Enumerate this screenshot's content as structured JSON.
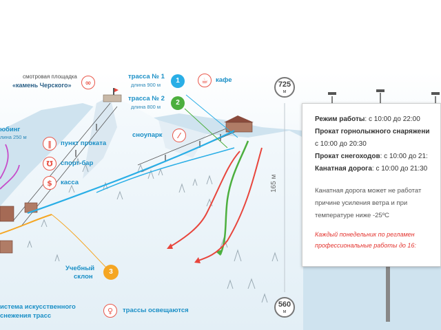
{
  "markers": {
    "top": {
      "value": "725",
      "unit": "м"
    },
    "bottom": {
      "value": "560",
      "unit": "м"
    },
    "height_label": "165 м"
  },
  "legend": {
    "viewpoint_line1": "смотровая площадка",
    "viewpoint_line2": "«камень Черского»",
    "track1_name": "трасса № 1",
    "track1_len": "длина 900 м",
    "track1_num": "1",
    "track2_name": "трасса № 2",
    "track2_len": "длина 800 м",
    "track2_num": "2",
    "cafe": "кафе",
    "snowpark": "сноупарк",
    "tubing": "юбинг",
    "tubing_len": "лина 250 м",
    "rental": "пункт проката",
    "sportbar": "спорт-бар",
    "cashier": "касса",
    "training_line1": "Учебный",
    "training_line2": "склон",
    "training_num": "3",
    "snowmaking_line1": "истема искусственного",
    "snowmaking_line2": "снежения трасс",
    "lit_tracks": "трассы освещаются"
  },
  "schedule": {
    "mode_label": "Режим работы",
    "mode_value": ": с 10:00 до 22:00",
    "ski_label": "Прокат горнолыжного снаряжени",
    "ski_value": "с 10:00 до 20:30",
    "snowshoe_label": "Прокат снегоходов",
    "snowshoe_value": ": с 10:00 до 21:",
    "cable_label": "Канатная дорога",
    "cable_value": ": с 10:00 до 21:30",
    "note_line1": "Канатная дорога может не работат",
    "note_line2": "причине усиления ветра и при",
    "note_line3": "температуре ниже -25ºС",
    "warn_line1": "Каждый понедельник по регламен",
    "warn_line2": "профессиональные работы до 16:"
  },
  "colors": {
    "track1": "#29aee6",
    "track2": "#4caf3e",
    "training": "#f5a623",
    "red_route": "#e8453c",
    "tubing": "#c64bc9",
    "icon_red": "#e9574a",
    "label_blue": "#1a8fc6"
  },
  "icons": {
    "viewpoint": "binoculars-icon",
    "cafe": "coffee-cup-icon",
    "snowpark": "snowboard-icon",
    "rental": "skis-icon",
    "sportbar": "drink-cup-icon",
    "cashier": "dollar-icon",
    "lit": "lightbulb-icon"
  }
}
